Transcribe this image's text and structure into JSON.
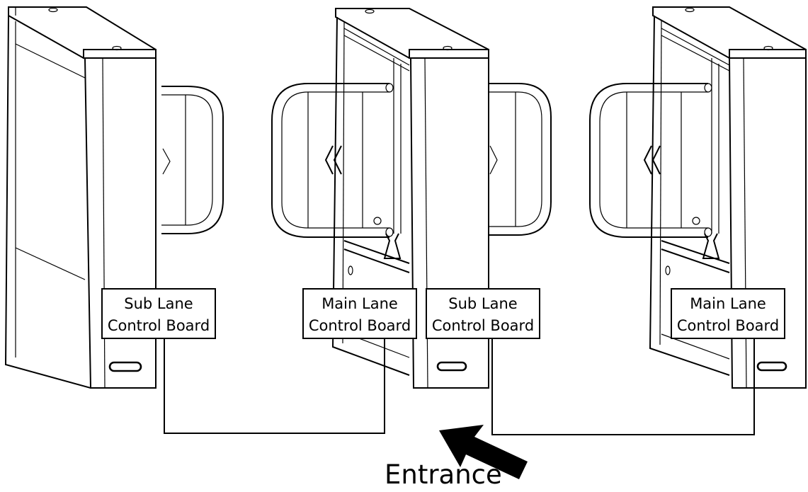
{
  "labels": {
    "sub_lane_1": [
      "Sub Lane",
      "Control Board"
    ],
    "main_lane_1": [
      "Main Lane",
      "Control Board"
    ],
    "sub_lane_2": [
      "Sub Lane",
      "Control Board"
    ],
    "main_lane_2": [
      "Main Lane",
      "Control Board"
    ],
    "entrance": "Entrance"
  },
  "icons": {
    "entrance_arrow": "entrance-arrow-icon",
    "direction_left": "double-chevron-left-icon",
    "direction_right": "chevron-right-icon"
  },
  "colors": {
    "line": "#000000",
    "background": "#ffffff"
  }
}
